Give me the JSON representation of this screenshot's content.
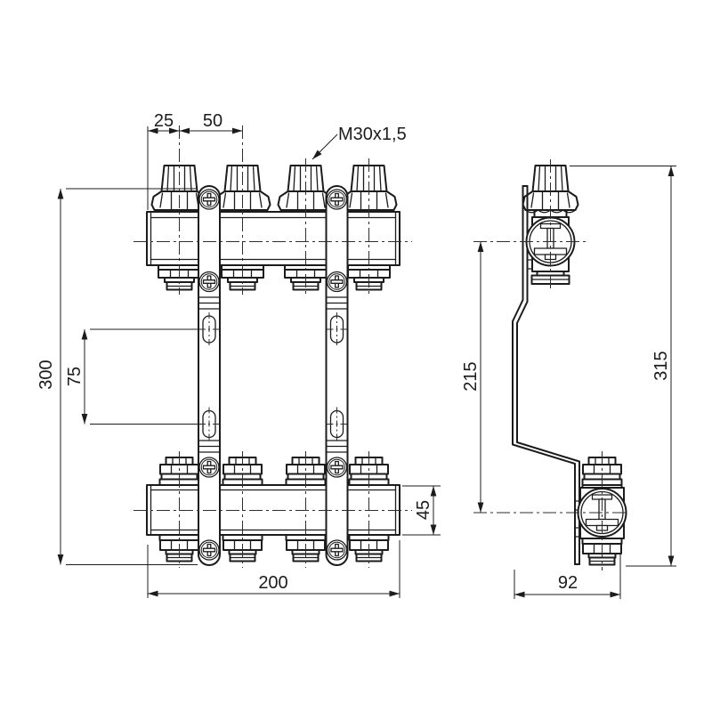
{
  "colors": {
    "line": "#1c1c1c",
    "centerline": "#2e2e2e",
    "background": "#ffffff"
  },
  "front_view": {
    "dimensions": {
      "first_outlet_offset": "25",
      "outlet_spacing": "50",
      "valve_thread": "M30x1,5",
      "bracket_height": "300",
      "slot_spacing": "75",
      "manifold_body_height": "45",
      "manifold_length": "200"
    }
  },
  "side_view": {
    "dimensions": {
      "manifold_center_distance": "215",
      "overall_height": "315",
      "overall_depth": "92"
    }
  }
}
